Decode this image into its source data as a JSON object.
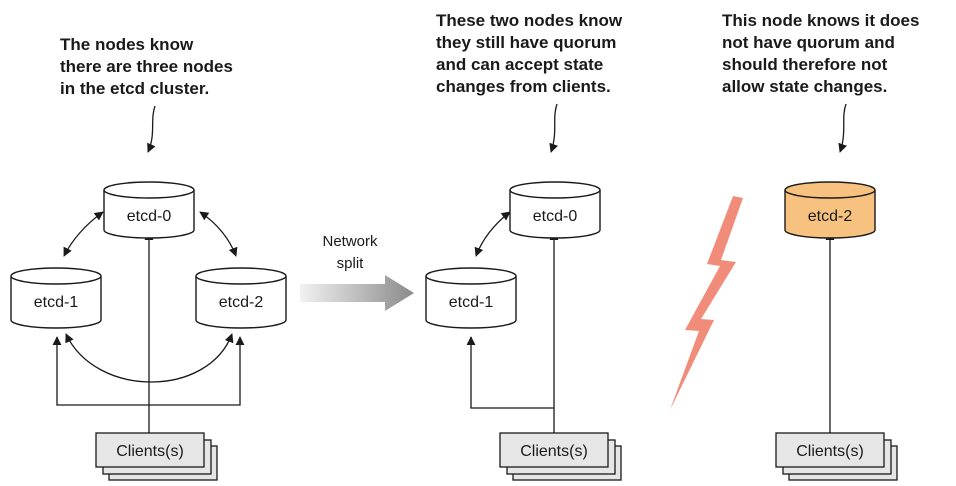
{
  "annotations": {
    "left": [
      "The nodes know",
      "there are three nodes",
      "in the etcd cluster."
    ],
    "middle": [
      "These two nodes know",
      "they still have quorum",
      "and can accept state",
      "changes from clients."
    ],
    "right": [
      "This node knows it does",
      "not have quorum and",
      "should therefore not",
      "allow state changes."
    ]
  },
  "clusters": {
    "before": {
      "nodes": {
        "n0": "etcd-0",
        "n1": "etcd-1",
        "n2": "etcd-2"
      },
      "clients": "Clients(s)"
    },
    "majority": {
      "nodes": {
        "n0": "etcd-0",
        "n1": "etcd-1"
      },
      "clients": "Clients(s)"
    },
    "minority": {
      "nodes": {
        "n2": "etcd-2"
      },
      "clients": "Clients(s)"
    }
  },
  "transition": {
    "line1": "Network",
    "line2": "split"
  },
  "colors": {
    "node_fill": "#ffffff",
    "isolated_node_fill": "#f7c27f",
    "client_fill": "#e6e6e6",
    "lightning": "#f28c7a",
    "stroke": "#1a1a1a"
  }
}
